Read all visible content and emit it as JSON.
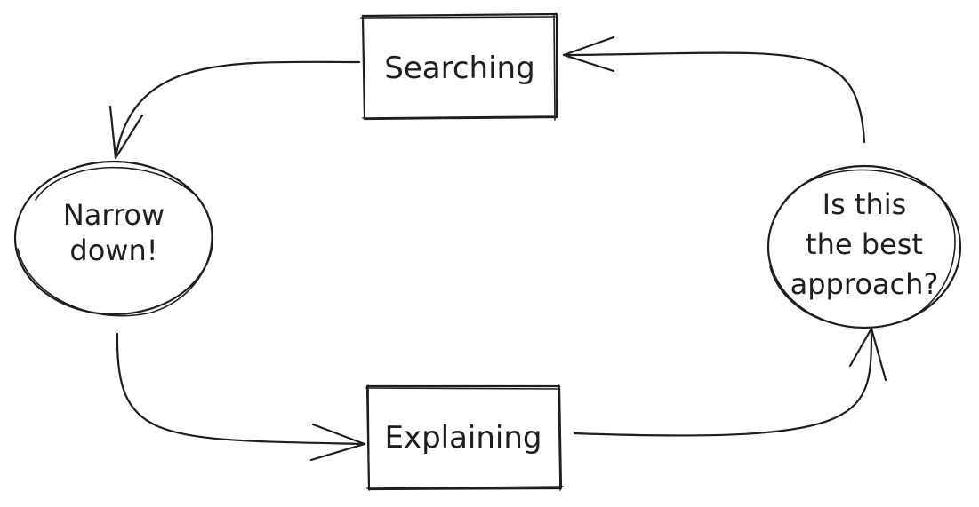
{
  "diagram": {
    "nodes": {
      "searching": {
        "label": "Searching"
      },
      "narrow": {
        "line1": "Narrow",
        "line2": "down!"
      },
      "explaining": {
        "label": "Explaining"
      },
      "best": {
        "line1": "Is this",
        "line2": "the best",
        "line3": "approach?"
      }
    },
    "colors": {
      "stroke": "#1e1e1e",
      "background": "#ffffff"
    }
  }
}
